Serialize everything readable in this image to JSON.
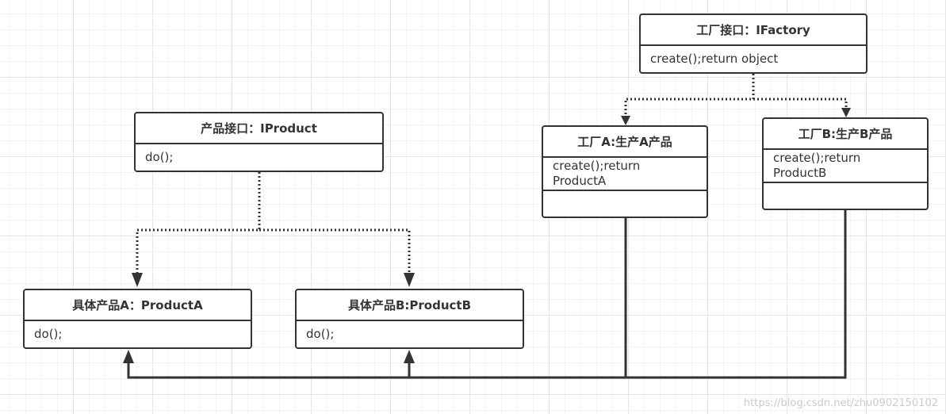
{
  "classes": {
    "ifactory": {
      "title": "工厂接口：IFactory",
      "method": "create();return object"
    },
    "factory_a": {
      "title": "工厂A:生产A产品",
      "method_line1": "create();return",
      "method_line2": "ProductA"
    },
    "factory_b": {
      "title": "工厂B:生产B产品",
      "method_line1": "create();return",
      "method_line2": "ProductB"
    },
    "iproduct": {
      "title": "产品接口：IProduct",
      "method": "do();"
    },
    "product_a": {
      "title": "具体产品A：ProductA",
      "method": "do();"
    },
    "product_b": {
      "title": "具体产品B:ProductB",
      "method": "do();"
    }
  },
  "watermark": "https://blog.csdn.net/zhu0902150102",
  "colors": {
    "stroke": "#333333",
    "grid": "#e6e6e6",
    "background": "#ffffff"
  }
}
